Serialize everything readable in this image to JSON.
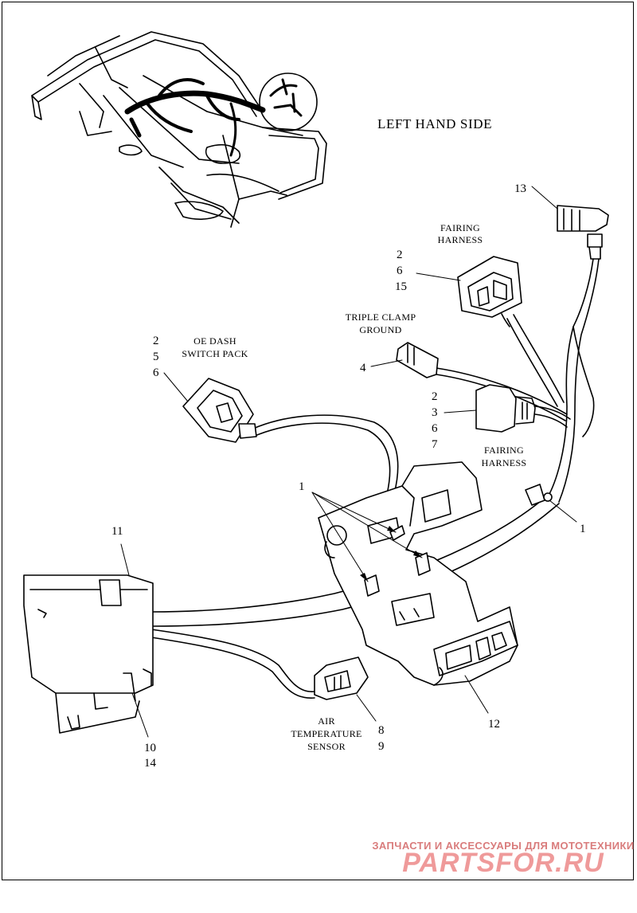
{
  "title": "LEFT HAND SIDE",
  "labels": {
    "fairing_harness_top": [
      "FAIRING",
      "HARNESS"
    ],
    "triple_clamp": [
      "TRIPLE CLAMP",
      "GROUND"
    ],
    "oe_dash": [
      "OE DASH",
      "SWITCH PACK"
    ],
    "fairing_harness_mid": [
      "FAIRING",
      "HARNESS"
    ],
    "air_temp": [
      "AIR",
      "TEMPERATURE",
      "SENSOR"
    ]
  },
  "callouts": {
    "c13": "13",
    "fairing_top_nums": [
      "2",
      "6",
      "15"
    ],
    "c4": "4",
    "oe_dash_nums": [
      "2",
      "5",
      "6"
    ],
    "fairing_mid_nums": [
      "2",
      "3",
      "6",
      "7"
    ],
    "c1_left": "1",
    "c1_right": "1",
    "c11": "11",
    "c12": "12",
    "c10_14": [
      "10",
      "14"
    ],
    "c8_9": [
      "8",
      "9"
    ]
  },
  "watermark": {
    "tagline": "ЗАПЧАСТИ И АКСЕССУАРЫ ДЛЯ МОТОТЕХНИКИ",
    "brand": "PARTSFOR.RU"
  },
  "colors": {
    "line": "#000000",
    "watermark": "#ef9a9a"
  }
}
